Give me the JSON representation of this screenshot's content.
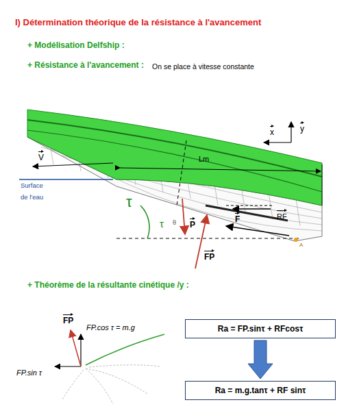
{
  "diagram": {
    "title": "I) Détermination théorique de la résistance à l'avancement",
    "nodes": [
      {
        "text": [
          "Ra = FP.sinτ + RFcosτ"
        ]
      },
      {
        "text": [
          "Ra = m.g.tanτ + RF sinτ"
        ]
      }
    ],
    "edges": [
      {
        "from": 0,
        "to": 1,
        "arrow": "to"
      }
    ],
    "labels": [
      "+ Modélisation Delfship :",
      "+ Résistance à l'avancement :",
      "On se place à vitesse constante",
      "x",
      "y",
      "V",
      "Lm",
      "Surface",
      "de l'eau",
      "τ",
      "τ",
      "θ",
      "P",
      "RF",
      "F",
      "FP",
      "A",
      "+ Théorème de la résultante cinétique /y :",
      "FP",
      "FP.cos τ = m.g",
      "FP.sin τ"
    ]
  }
}
